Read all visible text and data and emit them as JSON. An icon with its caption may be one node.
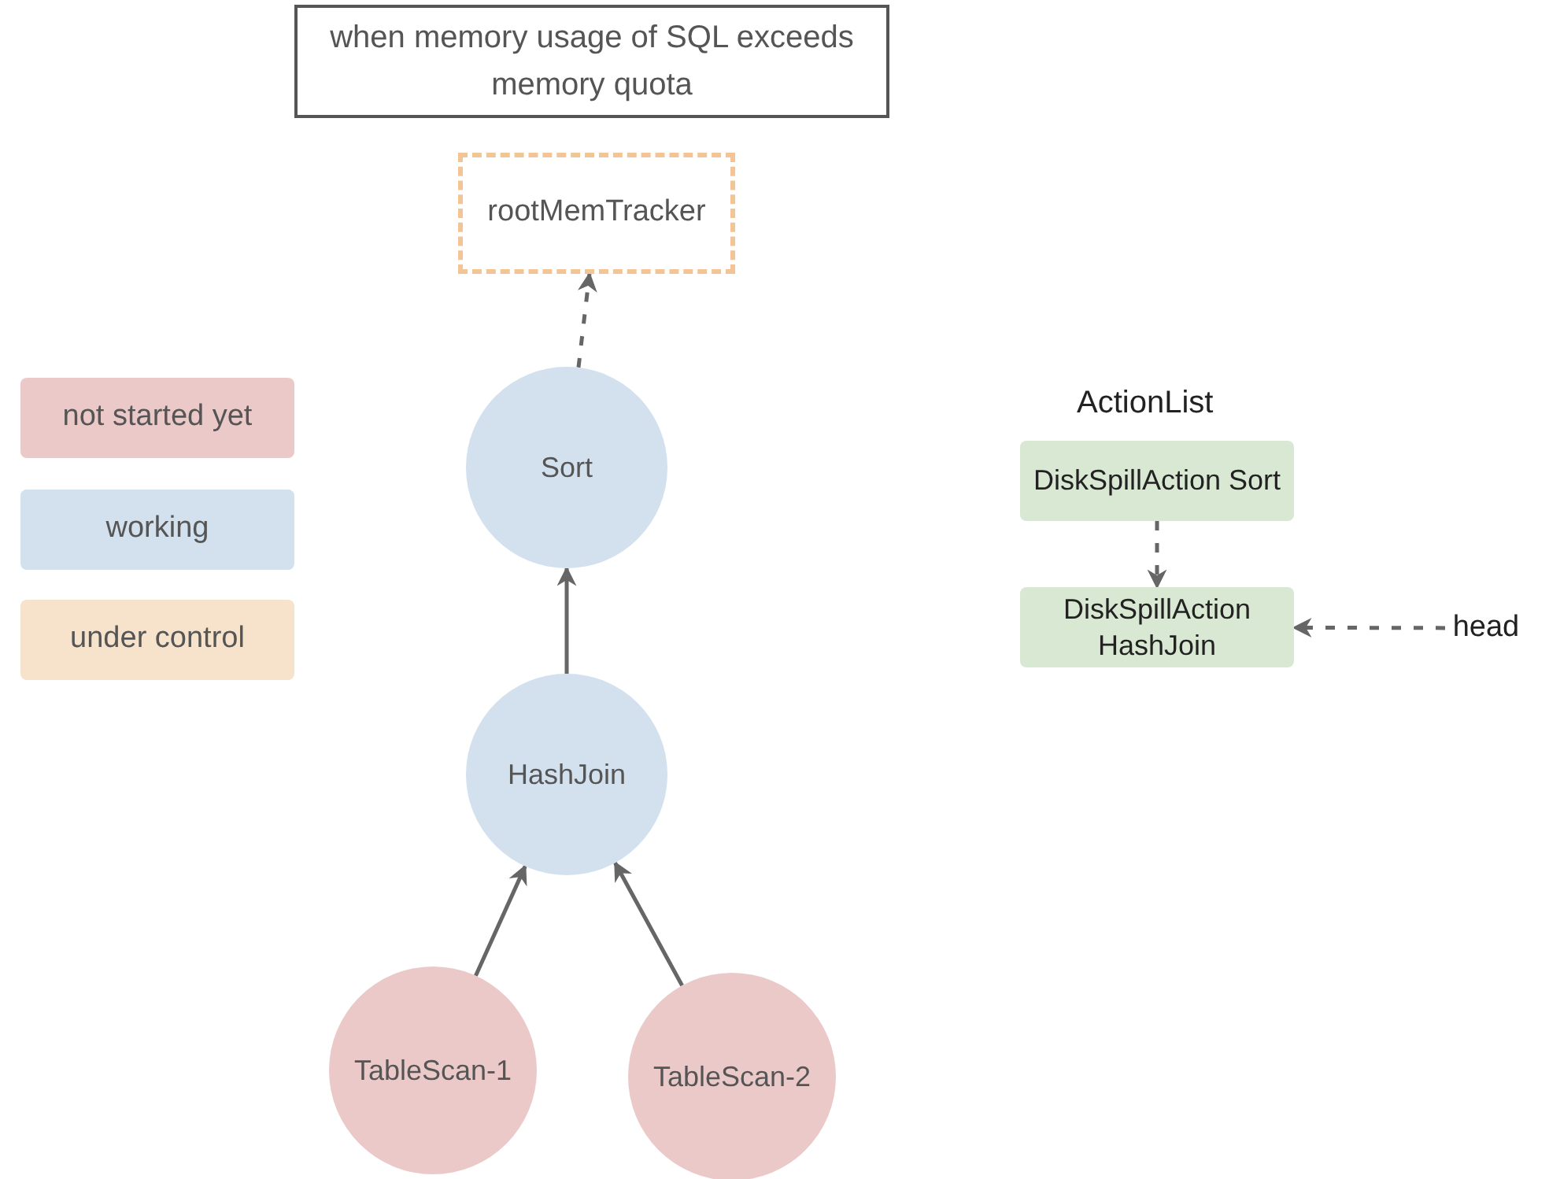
{
  "diagram": {
    "nodes": [
      {
        "text": [
          "when memory usage of SQL exceeds memory quota"
        ]
      },
      {
        "text": [
          "rootMemTracker"
        ]
      },
      {
        "text": [
          "Sort"
        ]
      },
      {
        "text": [
          "HashJoin"
        ]
      },
      {
        "text": [
          "TableScan-1"
        ]
      },
      {
        "text": [
          "TableScan-2"
        ]
      },
      {
        "text": [
          "DiskSpillAction Sort"
        ]
      },
      {
        "text": [
          "DiskSpillAction HashJoin"
        ]
      },
      {
        "text": [
          "head"
        ]
      }
    ],
    "edges": [
      {
        "from": 2,
        "to": 1,
        "arrow": "to",
        "style": "dashed"
      },
      {
        "from": 3,
        "to": 2,
        "arrow": "to"
      },
      {
        "from": 4,
        "to": 3,
        "arrow": "to"
      },
      {
        "from": 5,
        "to": 3,
        "arrow": "to"
      },
      {
        "from": 6,
        "to": 7,
        "arrow": "to",
        "style": "dashed"
      },
      {
        "from": 8,
        "to": 7,
        "arrow": "to",
        "style": "dashed"
      }
    ],
    "labels": [
      "ActionList"
    ],
    "legend": [
      {
        "text": "not started yet",
        "color": "#ecc9c9"
      },
      {
        "text": "working",
        "color": "#d3e1ef"
      },
      {
        "text": "under control",
        "color": "#f7e3cc"
      }
    ]
  }
}
